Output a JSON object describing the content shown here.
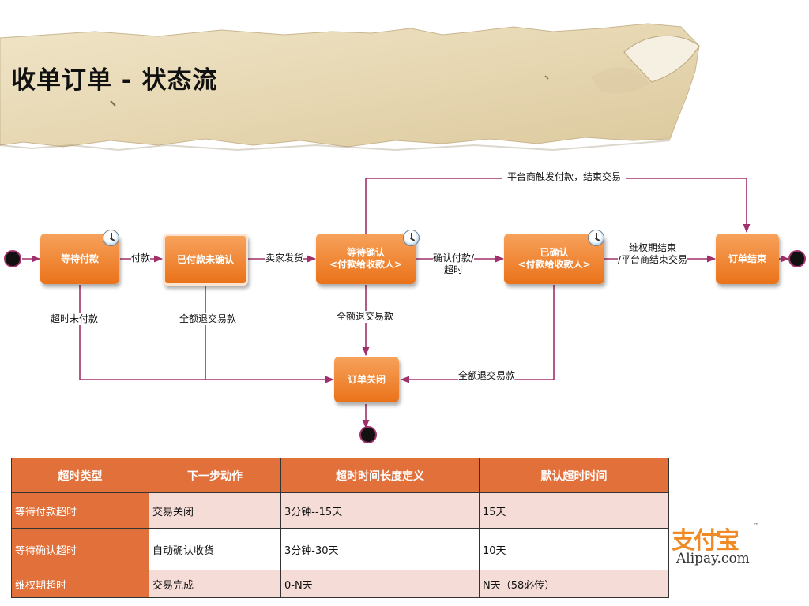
{
  "slide": {
    "title": "收单订单 - 状态流"
  },
  "diagram": {
    "states": {
      "waiting_payment": "等待付款",
      "paid_unconfirmed": "已付款未确认",
      "waiting_confirm_l1": "等待确认",
      "waiting_confirm_l2": "<付款给收款人>",
      "confirmed_l1": "已确认",
      "confirmed_l2": "<付款给收款人>",
      "order_end": "订单结束",
      "order_closed": "订单关闭"
    },
    "transitions": {
      "pay": "付款",
      "seller_ship": "卖家发货",
      "confirm_or_timeout_l1": "确认付款/",
      "confirm_or_timeout_l2": "超时",
      "rights_end_l1": "维权期结束",
      "rights_end_l2": "/平台商结束交易",
      "platform_pay": "平台商触发付款，结束交易",
      "timeout_unpaid": "超时未付款",
      "full_refund_1": "全额退交易款",
      "full_refund_2": "全额退交易款",
      "full_refund_3": "全额退交易款"
    },
    "icons": {
      "timer": "clock-icon",
      "start": "initial-state-dot",
      "end": "final-state-dot"
    },
    "colors": {
      "node": "#ea7219",
      "arrow": "#a0306a"
    }
  },
  "table": {
    "headers": [
      "超时类型",
      "下一步动作",
      "超时时间长度定义",
      "默认超时时间"
    ],
    "rows": [
      [
        "等待付款超时",
        "交易关闭",
        "3分钟--15天",
        "15天"
      ],
      [
        "等待确认超时",
        "自动确认收货",
        "3分钟-30天",
        "10天"
      ],
      [
        "维权期超时",
        "交易完成",
        "0-N天",
        "N天（58必传）"
      ]
    ]
  },
  "logo": {
    "cn": "支付宝",
    "en": "Alipay.com",
    "tm": "™"
  }
}
